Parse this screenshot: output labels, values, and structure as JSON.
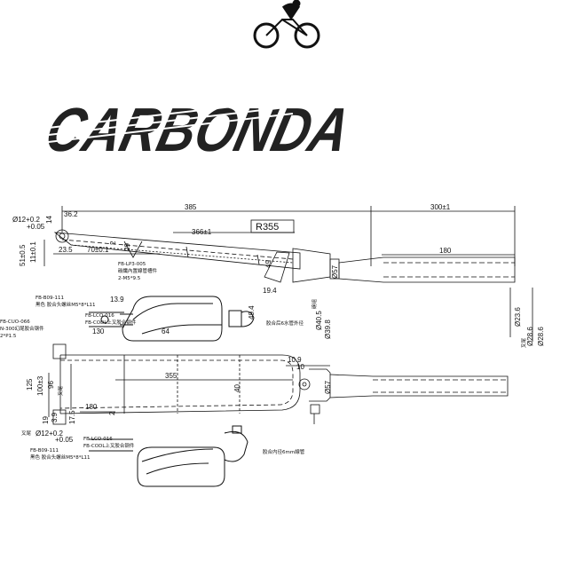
{
  "logo": {
    "text": "CARBONDA"
  },
  "drawing": {
    "top": {
      "dims": {
        "d385": "385",
        "d300": "300±1",
        "d36": "36.2",
        "d12": "Ø12+0.2",
        "d12b": "+0.05",
        "d14": "14",
        "d366": "366±1",
        "r355": "R355",
        "d180": "180",
        "d70": "70±0.1",
        "d23": "23.5",
        "d11": "11±0.1",
        "d51": "51±0.5",
        "d49": "49",
        "d29": "29",
        "d2": "2",
        "d19": "19.4",
        "d13": "13.9",
        "d130": "130",
        "d64": "64",
        "d494": "49.4",
        "d57": "Ø57",
        "d405": "Ø40.5",
        "d398": "Ø39.8",
        "d236": "Ø23.6",
        "d286": "Ø28.6",
        "d286b": "Ø28.6"
      },
      "notes": {
        "part1": "FB-LP3-005",
        "part1b": "碳纖內置線管槽件",
        "part1c": "2-M5*9.5",
        "part2": "FB-CUO-066",
        "part2b": "N-300幻尾胶合钢件",
        "part2c": "2*P1.5",
        "part3": "FB-B09-111",
        "part3b": "黑色 胶合头螺丝M5*8*L11",
        "part4": "FB-LCO-016",
        "part4b": "FB-CODL上叉胶合钢件",
        "label1": "胶合后6水管外径",
        "label2": "碗组",
        "label3": "叉尾"
      }
    },
    "bottom": {
      "dims": {
        "d355": "355",
        "d125": "125",
        "d96": "96",
        "d100": "100±3",
        "d180": "180",
        "d2": "2",
        "d109": "10.9",
        "d10": "10",
        "d57": "Ø57",
        "d40": "40",
        "d12": "Ø12+0.2",
        "d12b": "+0.05",
        "d19": "19",
        "d39": "3.9",
        "d17": "17.5"
      },
      "notes": {
        "part1": "FB-B09-111",
        "part1b": "黑色 胶合头螺丝M5*8*L11",
        "part2": "FB-LCO-016",
        "part2b": "FB-CODL上叉胶合钢件",
        "tube": "胶合内径6mm線管",
        "label1": "叉尾",
        "label2": "叉尾"
      }
    }
  }
}
